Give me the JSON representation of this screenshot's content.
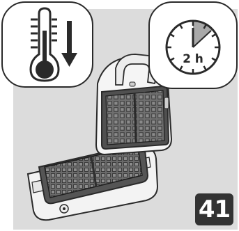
{
  "timer": {
    "label": "2 h",
    "elapsed_fraction": 0.083
  },
  "step": {
    "number": "41"
  },
  "colors": {
    "background": "#dcdcdc",
    "ink": "#2a2a2a",
    "wedge": "#a9a9a9",
    "badge": "#333333"
  },
  "icons": [
    "thermometer-icon",
    "arrow-down-icon",
    "clock-icon",
    "waffle-maker-illustration"
  ]
}
